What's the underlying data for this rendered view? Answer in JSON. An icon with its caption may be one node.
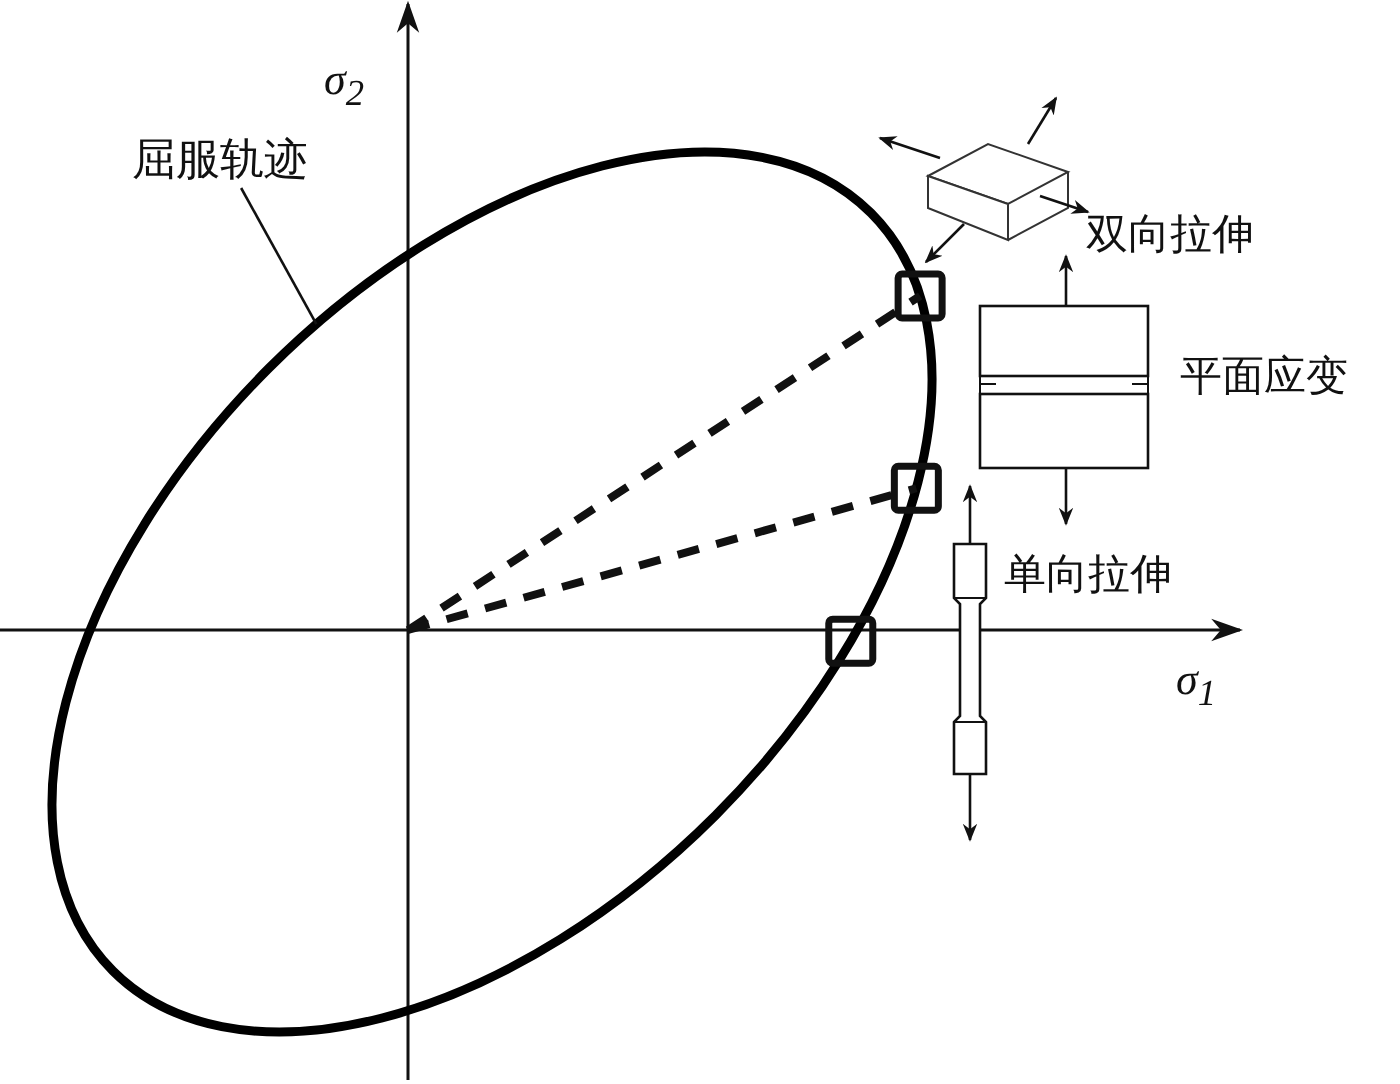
{
  "diagram": {
    "nodes": [
      {
        "text": [
          "屈服轨迹"
        ]
      },
      {
        "text": [],
        "shape": "circle"
      }
    ],
    "edges": [
      {
        "from": 0,
        "to": 1,
        "arrow": "none"
      }
    ],
    "labels": [
      "σ$_{2}$",
      "双向拉伸",
      "平面应变",
      "单向拉伸",
      "σ$_{1}$"
    ]
  }
}
